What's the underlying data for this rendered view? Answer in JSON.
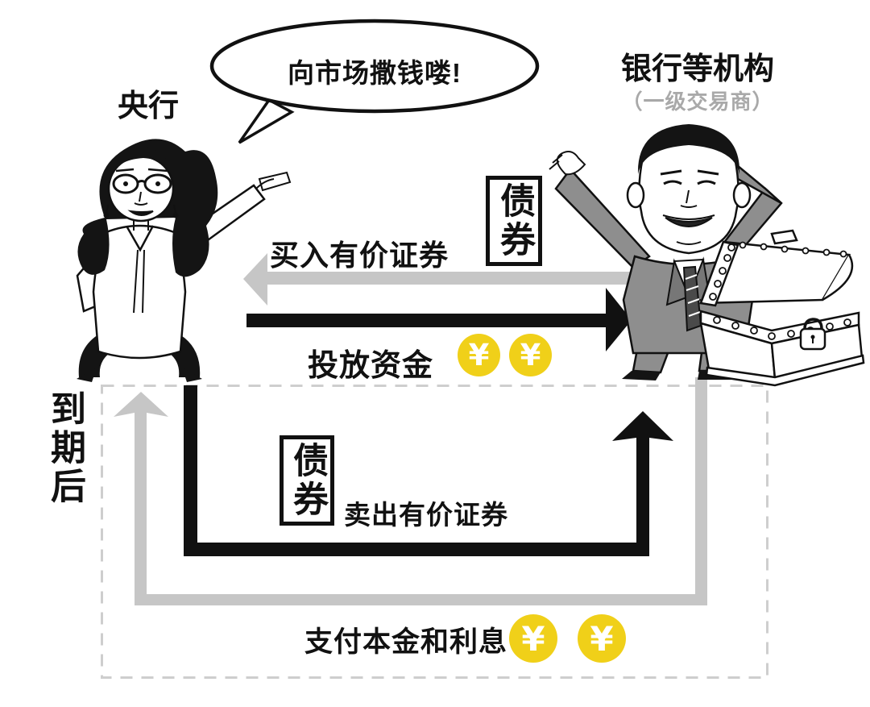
{
  "speech_bubble": {
    "text": "向市场撒钱喽!"
  },
  "actors": {
    "central_bank": {
      "label": "央行"
    },
    "banks": {
      "label": "银行等机构",
      "sublabel": "（一级交易商）"
    }
  },
  "maturity_label": "到期后",
  "currency_symbol": "¥",
  "flows": {
    "buy_securities": {
      "label": "买入有价证券",
      "tag": "债券"
    },
    "inject_funds": {
      "label": "投放资金"
    },
    "sell_securities": {
      "label": "卖出有价证券",
      "tag": "债券"
    },
    "repay": {
      "label": "支付本金和利息"
    }
  },
  "colors": {
    "ink": "#111111",
    "arrow-gray": "#c6c6c6",
    "dash-gray": "#cecece",
    "sub-gray": "#a9a9a9",
    "coin-yellow": "#f0d019",
    "suit-gray": "#8e8e8e"
  }
}
